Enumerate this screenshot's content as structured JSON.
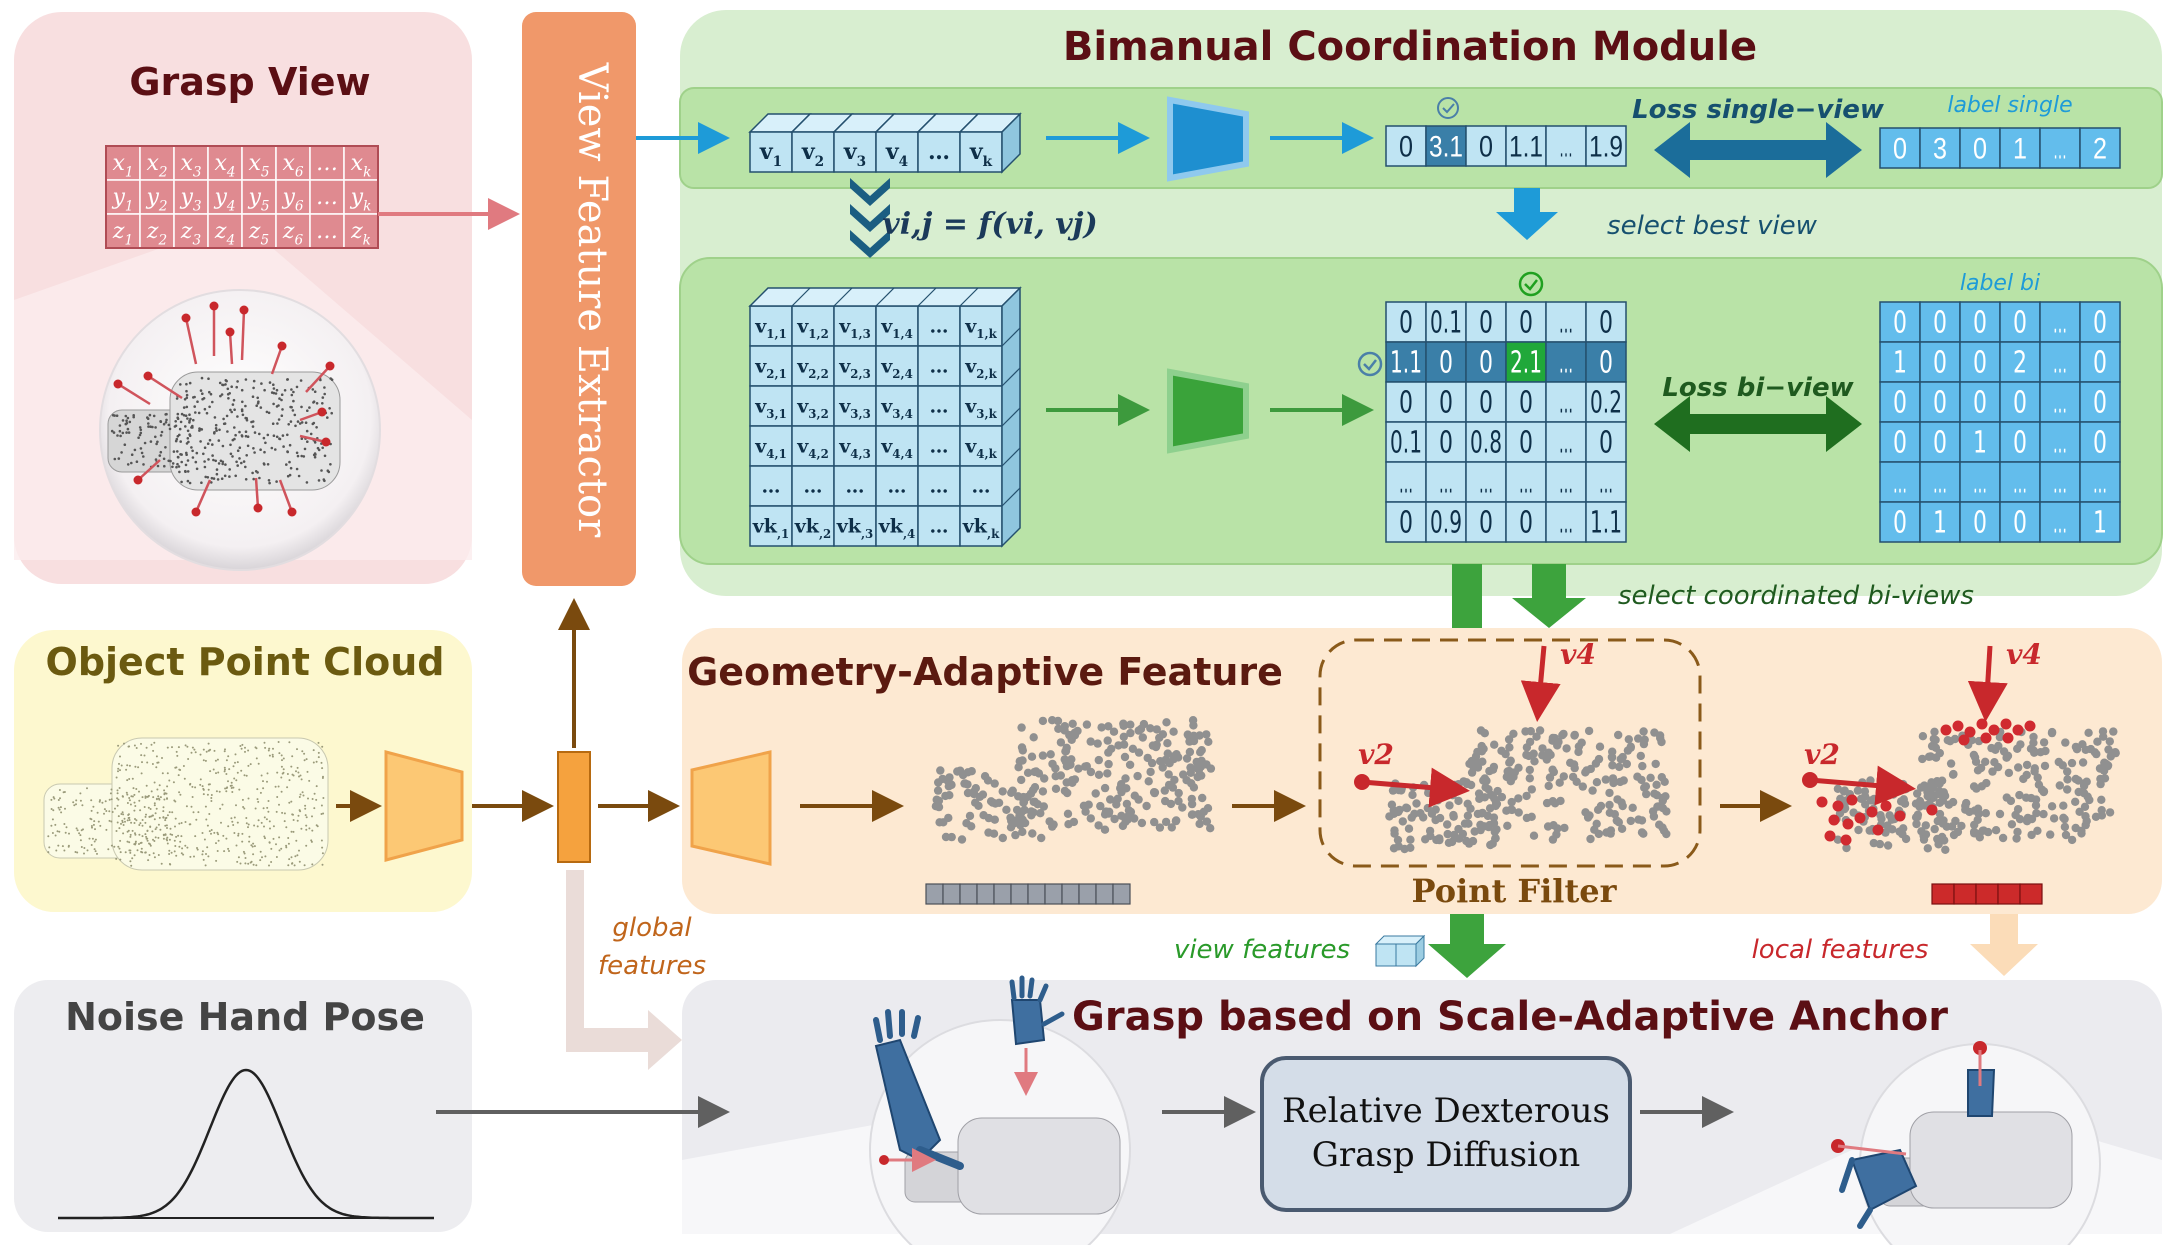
{
  "grasp_view": {
    "title": "Grasp View",
    "rows": [
      [
        "x1",
        "x2",
        "x3",
        "x4",
        "x5",
        "x6",
        "…",
        "xk"
      ],
      [
        "y1",
        "y2",
        "y3",
        "y4",
        "y5",
        "y6",
        "…",
        "yk"
      ],
      [
        "z1",
        "z2",
        "z3",
        "z4",
        "z5",
        "z6",
        "…",
        "zk"
      ]
    ]
  },
  "view_feature_extractor": {
    "label": "View Feature Extractor"
  },
  "bimanual": {
    "title": "Bimanual Coordination Module",
    "view_tokens": [
      "v1",
      "v2",
      "v3",
      "v4",
      "…",
      "vk"
    ],
    "pair_formula": "vi,j = f(vi, vj)",
    "single_scores": [
      "0",
      "3.1",
      "0",
      "1.1",
      "…",
      "1.9"
    ],
    "loss_single": "Loss single−view",
    "label_single_title": "label single",
    "label_single": [
      "0",
      "3",
      "0",
      "1",
      "…",
      "2"
    ],
    "select_best": "select best view",
    "pair_grid": [
      [
        "v1,1",
        "v1,2",
        "v1,3",
        "v1,4",
        "…",
        "v1,k"
      ],
      [
        "v2,1",
        "v2,2",
        "v2,3",
        "v2,4",
        "…",
        "v2,k"
      ],
      [
        "v3,1",
        "v3,2",
        "v3,3",
        "v3,4",
        "…",
        "v3,k"
      ],
      [
        "v4,1",
        "v4,2",
        "v4,3",
        "v4,4",
        "…",
        "v4,k"
      ],
      [
        "…",
        "…",
        "…",
        "…",
        "…",
        "…"
      ],
      [
        "vk,1",
        "vk,2",
        "vk,3",
        "vk,4",
        "…",
        "vk,k"
      ]
    ],
    "bi_scores": [
      [
        "0",
        "0.1",
        "0",
        "0",
        "…",
        "0"
      ],
      [
        "1.1",
        "0",
        "0",
        "2.1",
        "…",
        "0"
      ],
      [
        "0",
        "0",
        "0",
        "0",
        "…",
        "0.2"
      ],
      [
        "0.1",
        "0",
        "0.8",
        "0",
        "…",
        "0"
      ],
      [
        "…",
        "…",
        "…",
        "…",
        "…",
        "…"
      ],
      [
        "0",
        "0.9",
        "0",
        "0",
        "…",
        "1.1"
      ]
    ],
    "loss_bi": "Loss bi−view",
    "label_bi_title": "label bi",
    "label_bi": [
      [
        "0",
        "0",
        "0",
        "0",
        "…",
        "0"
      ],
      [
        "1",
        "0",
        "0",
        "2",
        "…",
        "0"
      ],
      [
        "0",
        "0",
        "0",
        "0",
        "…",
        "0"
      ],
      [
        "0",
        "0",
        "1",
        "0",
        "…",
        "0"
      ],
      [
        "…",
        "…",
        "…",
        "…",
        "…",
        "…"
      ],
      [
        "0",
        "1",
        "0",
        "0",
        "…",
        "1"
      ]
    ],
    "select_bi": "select coordinated bi-views"
  },
  "object_point_cloud": {
    "title": "Object Point Cloud"
  },
  "geometry": {
    "title": "Geometry-Adaptive Feature",
    "point_filter": "Point Filter",
    "v4": "v4",
    "v2": "v2"
  },
  "features": {
    "global": "global features",
    "view": "view features",
    "local": "local features"
  },
  "noise": {
    "title": "Noise Hand Pose"
  },
  "grasp": {
    "title": "Grasp based on Scale-Adaptive Anchor",
    "diffusion_line1": "Relative Dexterous",
    "diffusion_line2": "Grasp Diffusion"
  },
  "colors": {
    "pink_panel": "#f8dfe0",
    "green_panel": "#d6eccd",
    "yellow_panel": "#fdf8cf",
    "orange_panel": "#fde9d2",
    "gray_panel": "#ededf0",
    "extractor": "#f0986a",
    "dark_title": "#5b0f14",
    "brown": "#7a4a0e",
    "blue_arrow": "#1e9bd8",
    "green_arrow": "#2e8b2e",
    "red": "#c8282c"
  }
}
